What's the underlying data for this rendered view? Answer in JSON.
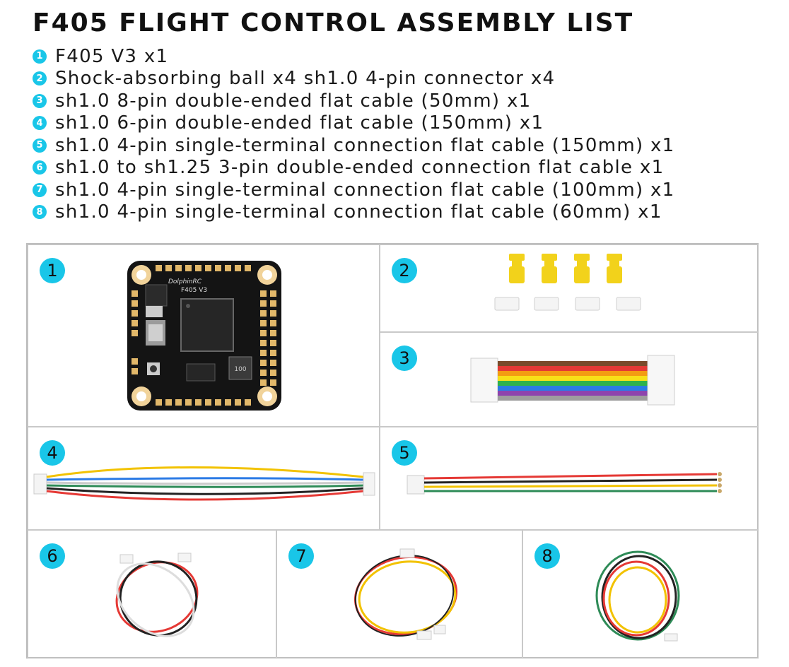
{
  "title": "F405 FLIGHT CONTROL ASSEMBLY LIST",
  "items": [
    {
      "num": "1",
      "text": "F405 V3 x1"
    },
    {
      "num": "2",
      "text": "Shock-absorbing ball x4 sh1.0 4-pin connector x4"
    },
    {
      "num": "3",
      "text": "sh1.0 8-pin double-ended flat cable (50mm) x1"
    },
    {
      "num": "4",
      "text": "sh1.0 6-pin double-ended flat cable (150mm) x1"
    },
    {
      "num": "5",
      "text": "sh1.0 4-pin single-terminal connection flat cable (150mm) x1"
    },
    {
      "num": "6",
      "text": "sh1.0 to sh1.25 3-pin double-ended connection flat cable x1"
    },
    {
      "num": "7",
      "text": "sh1.0 4-pin single-terminal connection flat cable (100mm) x1"
    },
    {
      "num": "8",
      "text": "sh1.0 4-pin single-terminal connection flat cable (60mm) x1"
    }
  ],
  "board": {
    "brand": "DolphinRC",
    "model": "F405 V3",
    "inductor_label": "100"
  },
  "colors": {
    "accent": "#19c6e8",
    "ribbon": [
      "#7a4a2a",
      "#e53935",
      "#f39c12",
      "#f7e018",
      "#2fb24c",
      "#2c7be5",
      "#8e44ad",
      "#9e9e9e"
    ],
    "wire_red": "#e53935",
    "wire_black": "#222222",
    "wire_yellow": "#f2c200",
    "wire_green": "#2e8b57",
    "damper_yellow": "#f2d21b"
  }
}
